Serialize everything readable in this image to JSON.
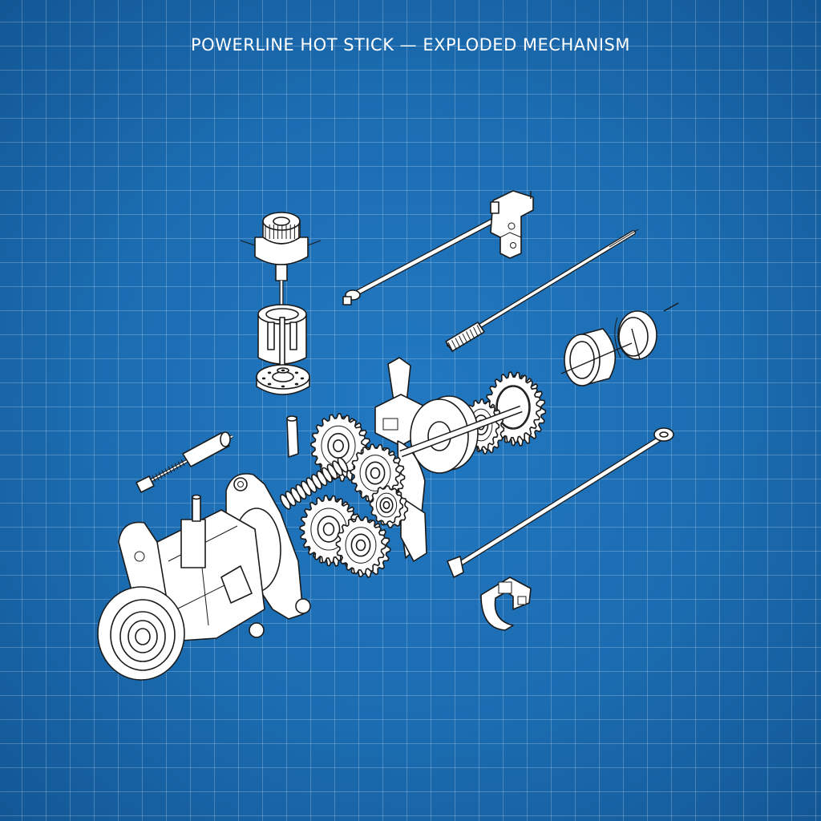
{
  "title": "POWERLINE HOT STICK — EXPLODED MECHANISM",
  "colors": {
    "background": "#1d6fb4",
    "grid_line": "#ffffff",
    "part_fill": "#ffffff",
    "part_outline": "#1a1a1a"
  },
  "parts": [
    "top-clamp-knob",
    "slotted-collar",
    "round-flange",
    "long-rod-with-bracket",
    "threaded-rod",
    "bushing-cap",
    "bushing-sleeve",
    "spur-gear-ring",
    "jaw-hub-assembly",
    "gear-cluster",
    "compression-spring",
    "dowel-pin",
    "small-cylinder-pin",
    "long-pushrod",
    "u-bracket-clip",
    "main-housing"
  ]
}
